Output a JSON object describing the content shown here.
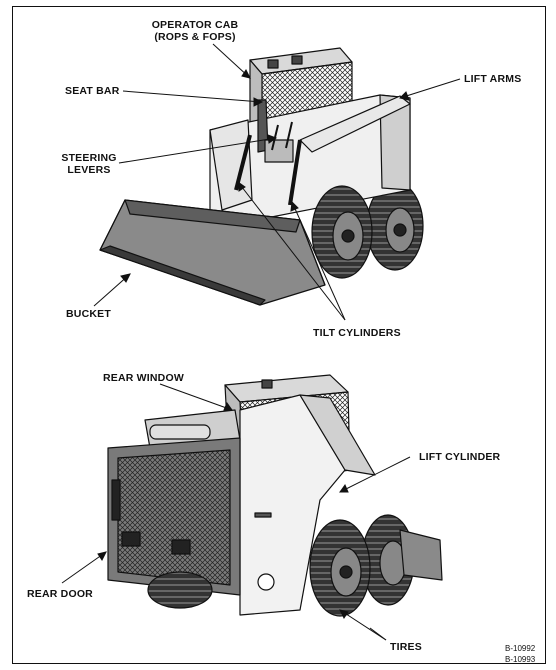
{
  "top_view": {
    "labels": {
      "operator_cab": "OPERATOR CAB\n(ROPS & FOPS)",
      "seat_bar": "SEAT BAR",
      "steering_levers": "STEERING\nLEVERS",
      "lift_arms": "LIFT ARMS",
      "bucket": "BUCKET",
      "tilt_cylinders": "TILT CYLINDERS"
    }
  },
  "bottom_view": {
    "labels": {
      "rear_window": "REAR WINDOW",
      "lift_cylinder": "LIFT CYLINDER",
      "rear_door": "REAR DOOR",
      "tires": "TIRES"
    }
  },
  "figure_codes": [
    "B-10992",
    "B-10993"
  ]
}
